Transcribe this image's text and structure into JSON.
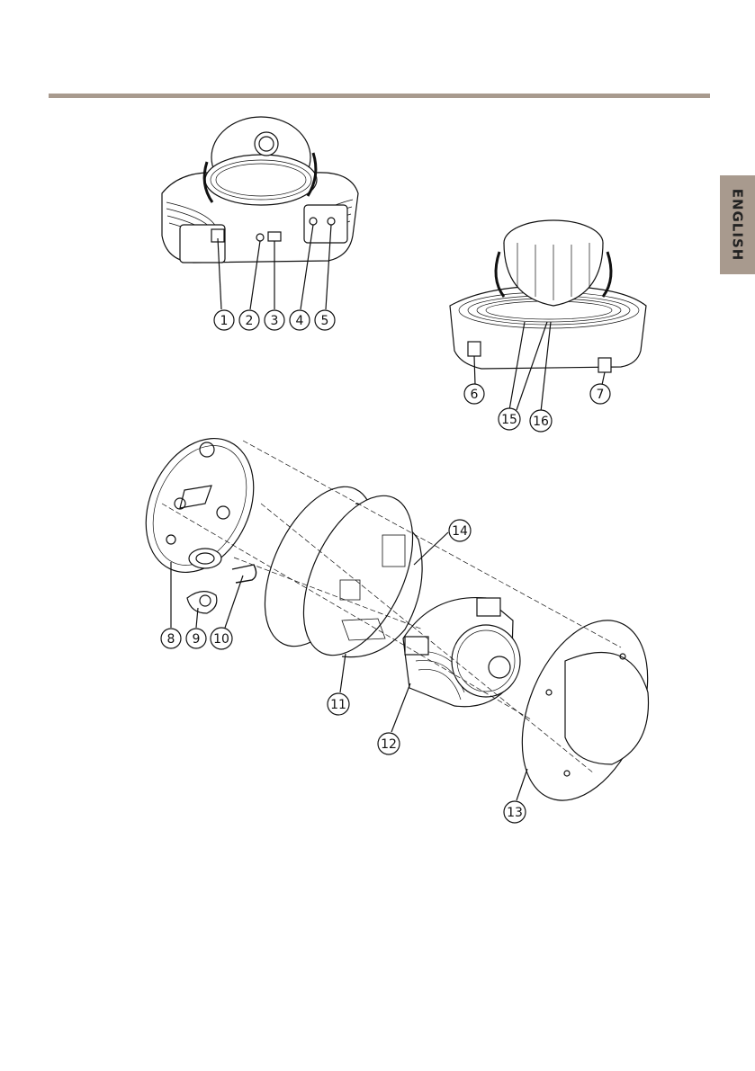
{
  "language_tab": "ENGLISH",
  "callouts": {
    "c1": "1",
    "c2": "2",
    "c3": "3",
    "c4": "4",
    "c5": "5",
    "c6": "6",
    "c7": "7",
    "c8": "8",
    "c9": "9",
    "c10": "10",
    "c11": "11",
    "c12": "12",
    "c13": "13",
    "c14": "14",
    "c15": "15",
    "c16": "16"
  },
  "figures": {
    "top_left": "camera-front-view",
    "top_right": "camera-back-view",
    "bottom": "exploded-assembly-view"
  }
}
